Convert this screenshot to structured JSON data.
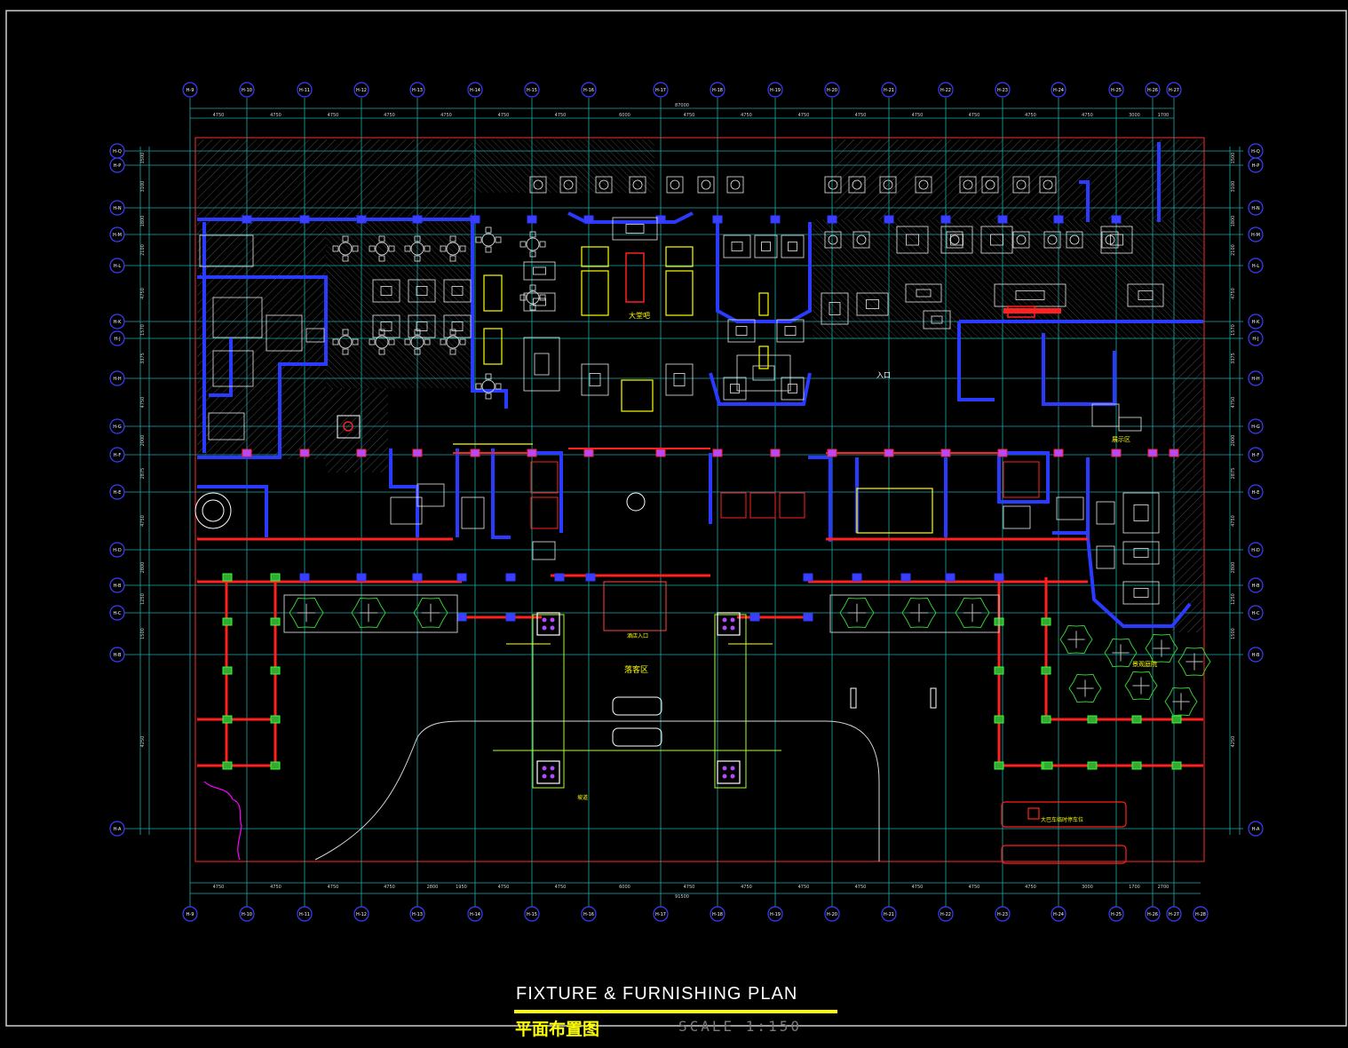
{
  "title": {
    "english": "FIXTURE & FURNISHING PLAN",
    "chinese": "平面布置图",
    "scale": "SCALE 1:150"
  },
  "grid": {
    "columns": [
      "H-9",
      "H-10",
      "H-11",
      "H-12",
      "H-13",
      "H-14",
      "H-15",
      "H-16",
      "H-17",
      "H-18",
      "H-19",
      "H-20",
      "H-21",
      "H-22",
      "H-23",
      "H-24",
      "H-25",
      "H-26",
      "H-27"
    ],
    "rows": [
      "H-Q",
      "H-P",
      "H-N",
      "H-M",
      "H-L",
      "H-K",
      "H-J",
      "H-H",
      "H-G",
      "H-F",
      "H-E",
      "H-D",
      "H-B",
      "H-C",
      "H-B",
      "H-A"
    ],
    "top_dimensions": [
      "4750",
      "4750",
      "4750",
      "4750",
      "4750",
      "4750",
      "4750",
      "6000",
      "4750",
      "4750",
      "4750",
      "4750",
      "4750",
      "4750",
      "4750",
      "4750",
      "3000",
      "1700"
    ],
    "top_total": "87000",
    "bottom_dimensions": [
      "4750",
      "4750",
      "4750",
      "4750",
      "2800",
      "1950",
      "4750",
      "4750",
      "6000",
      "4750",
      "4750",
      "4750",
      "4750",
      "4750",
      "4750",
      "4750",
      "3000",
      "1700",
      "2700"
    ],
    "bottom_total": "91500"
  },
  "room_labels": {
    "lobby": "大堂吧",
    "entrance": "入口",
    "drop_off": "落客区",
    "main_entrance": "酒店入口",
    "ramp": "坡道",
    "car_park": "大巴车临时停车位",
    "landscape": "景观庭院",
    "display": "展示区"
  },
  "colors": {
    "background": "#000000",
    "grid_line": "#1fa9a9",
    "grid_bubble": "#3d3dff",
    "wall_blue": "#2a3aff",
    "wall_red": "#ff2020",
    "furniture": "#ffffff",
    "accent_yellow": "#ffff00",
    "tree_green": "#33cc33",
    "hatch": "#5a5a5a",
    "magenta": "#ff00ff",
    "frame": "#cfcfcf"
  }
}
